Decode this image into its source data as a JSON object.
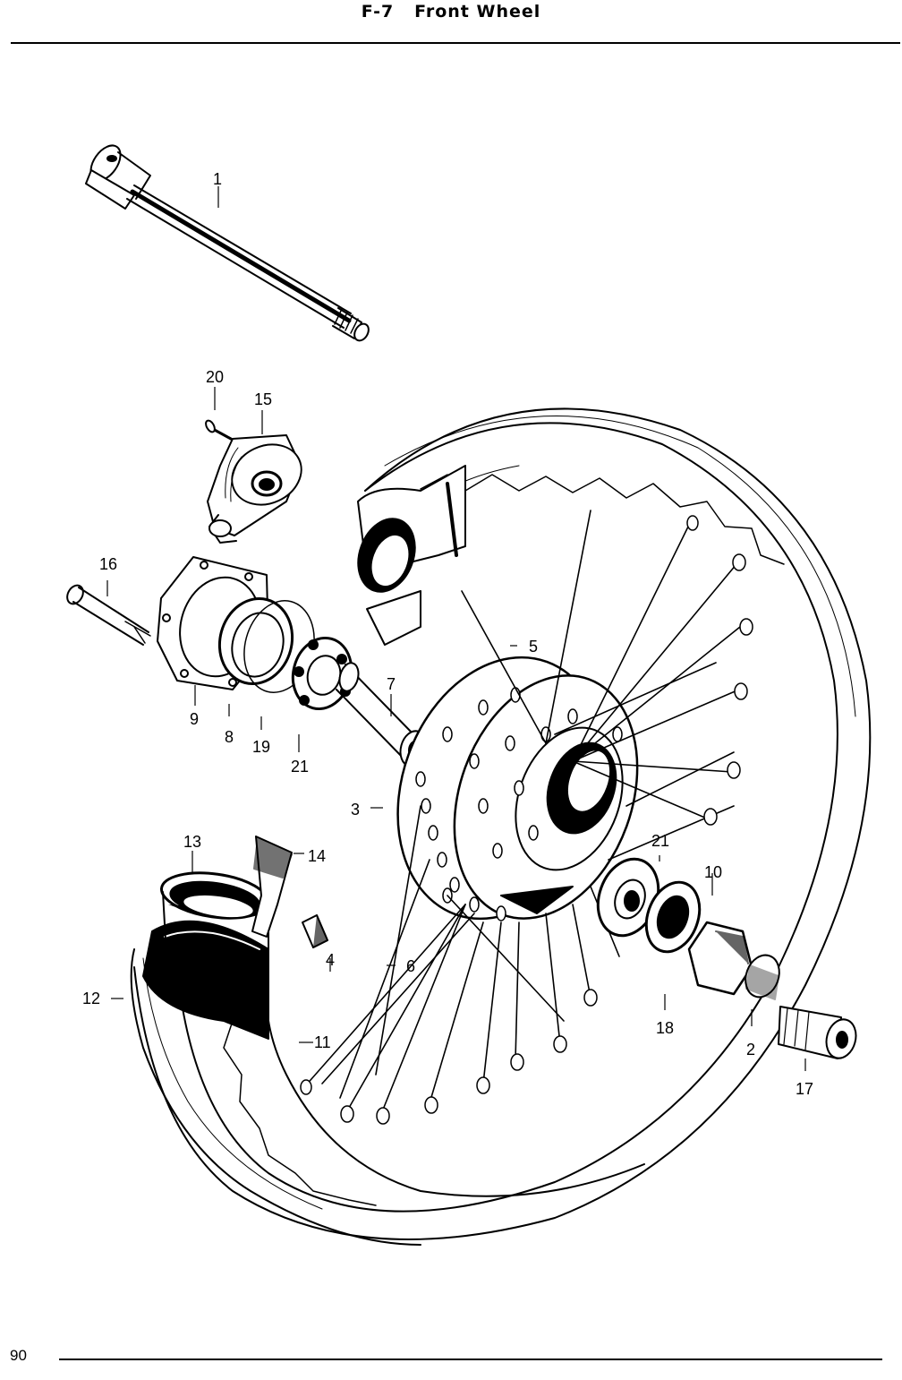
{
  "header": {
    "section_code": "F-7",
    "title": "Front Wheel"
  },
  "page_number": "90",
  "callouts": [
    {
      "id": "c1",
      "label": "1"
    },
    {
      "id": "c2",
      "label": "2"
    },
    {
      "id": "c3",
      "label": "3"
    },
    {
      "id": "c4",
      "label": "4"
    },
    {
      "id": "c5",
      "label": "5"
    },
    {
      "id": "c6",
      "label": "6"
    },
    {
      "id": "c7",
      "label": "7"
    },
    {
      "id": "c8",
      "label": "8"
    },
    {
      "id": "c9",
      "label": "9"
    },
    {
      "id": "c10",
      "label": "10"
    },
    {
      "id": "c11",
      "label": "11"
    },
    {
      "id": "c12",
      "label": "12"
    },
    {
      "id": "c13",
      "label": "13"
    },
    {
      "id": "c14",
      "label": "14"
    },
    {
      "id": "c15",
      "label": "15"
    },
    {
      "id": "c16",
      "label": "16"
    },
    {
      "id": "c17",
      "label": "17"
    },
    {
      "id": "c18",
      "label": "18"
    },
    {
      "id": "c19",
      "label": "19"
    },
    {
      "id": "c20",
      "label": "20"
    },
    {
      "id": "c21a",
      "label": "21"
    },
    {
      "id": "c21b",
      "label": "21"
    }
  ]
}
